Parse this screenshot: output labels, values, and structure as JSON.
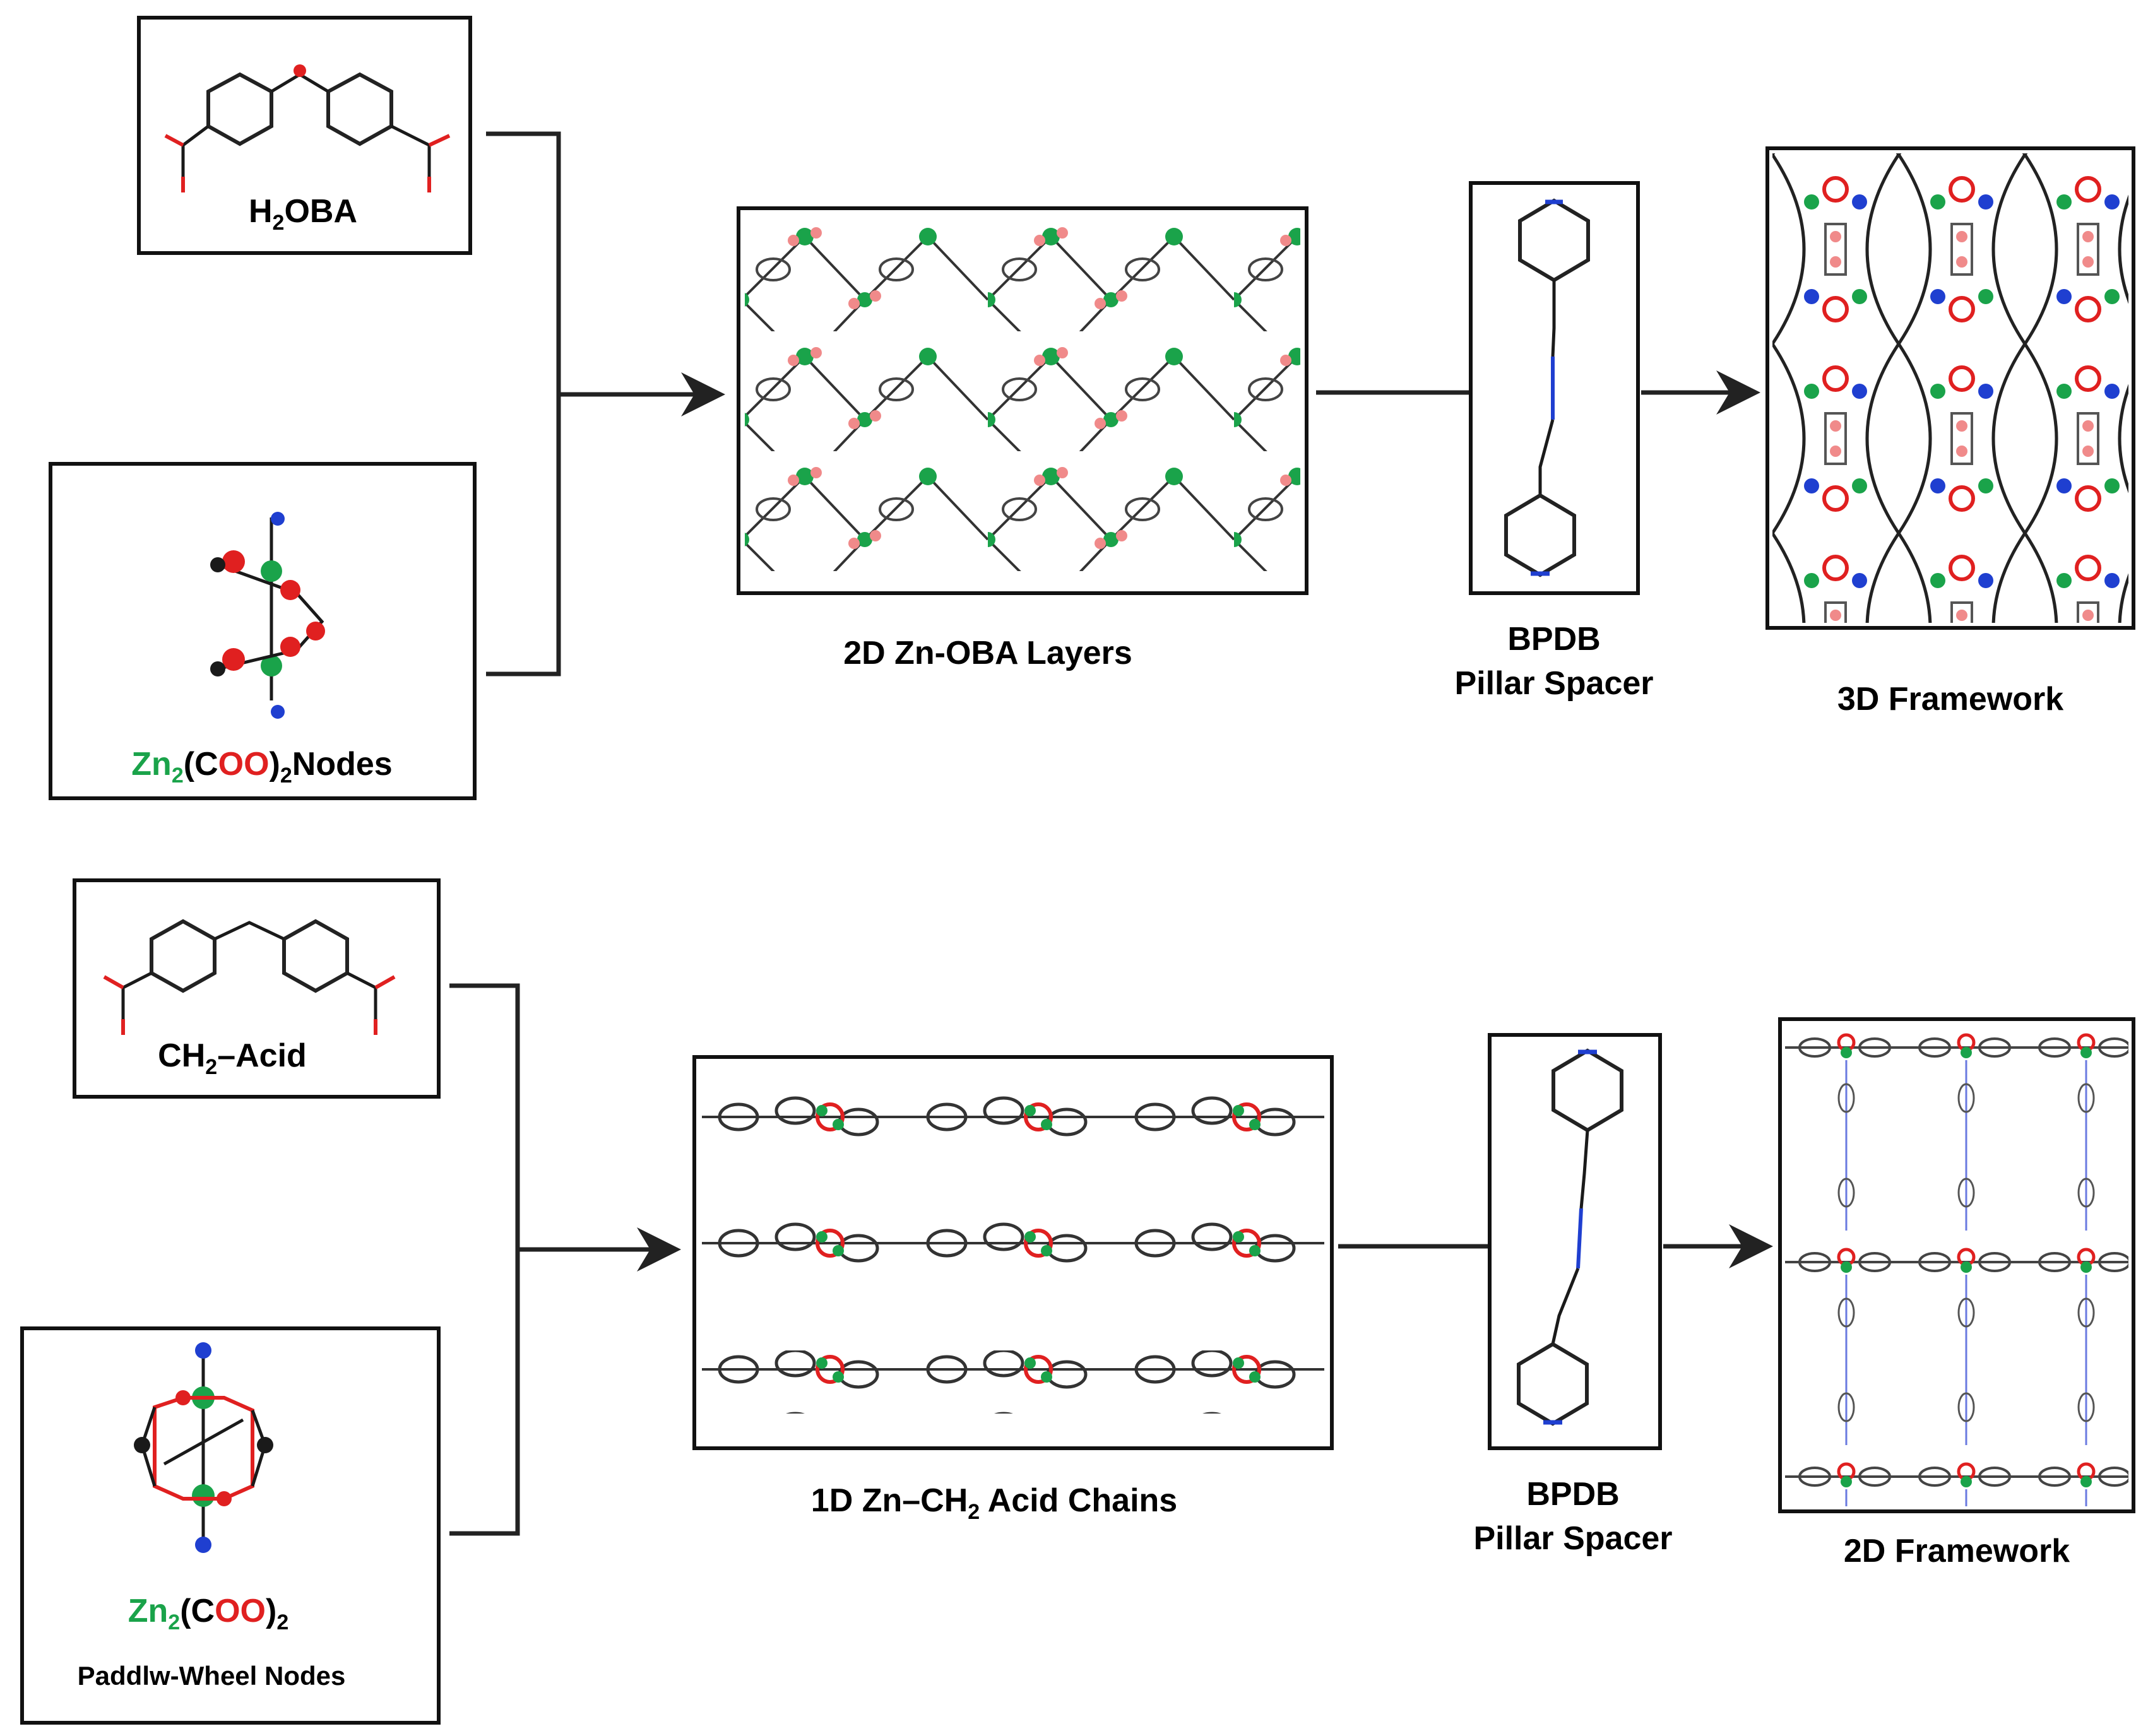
{
  "top_row": {
    "linker_label_parts": [
      "H",
      "2",
      "OBA"
    ],
    "node_label_parts": [
      "Zn",
      "2",
      "(C",
      "OO",
      ")",
      "2",
      "Nodes"
    ],
    "layer_label": "2D Zn-OBA Layers",
    "pillar_label_line1": "BPDB",
    "pillar_label_line2": "Pillar Spacer",
    "product_label": "3D Framework"
  },
  "bottom_row": {
    "linker_label_parts": [
      "CH",
      "2",
      "–Acid"
    ],
    "node_label_parts": [
      "Zn",
      "2",
      "(C",
      "OO",
      ")",
      "2"
    ],
    "node_sublabel": "Paddlw-Wheel Nodes",
    "chain_label_parts": [
      "1D Zn–CH",
      "2",
      " Acid Chains"
    ],
    "pillar_label_line1": "BPDB",
    "pillar_label_line2": "Pillar Spacer",
    "product_label": "2D Framework"
  },
  "colors": {
    "zinc": "#1aa34a",
    "oxygen": "#e02020",
    "nitrogen": "#1f3fd0",
    "carbon": "#1a1a1a"
  }
}
